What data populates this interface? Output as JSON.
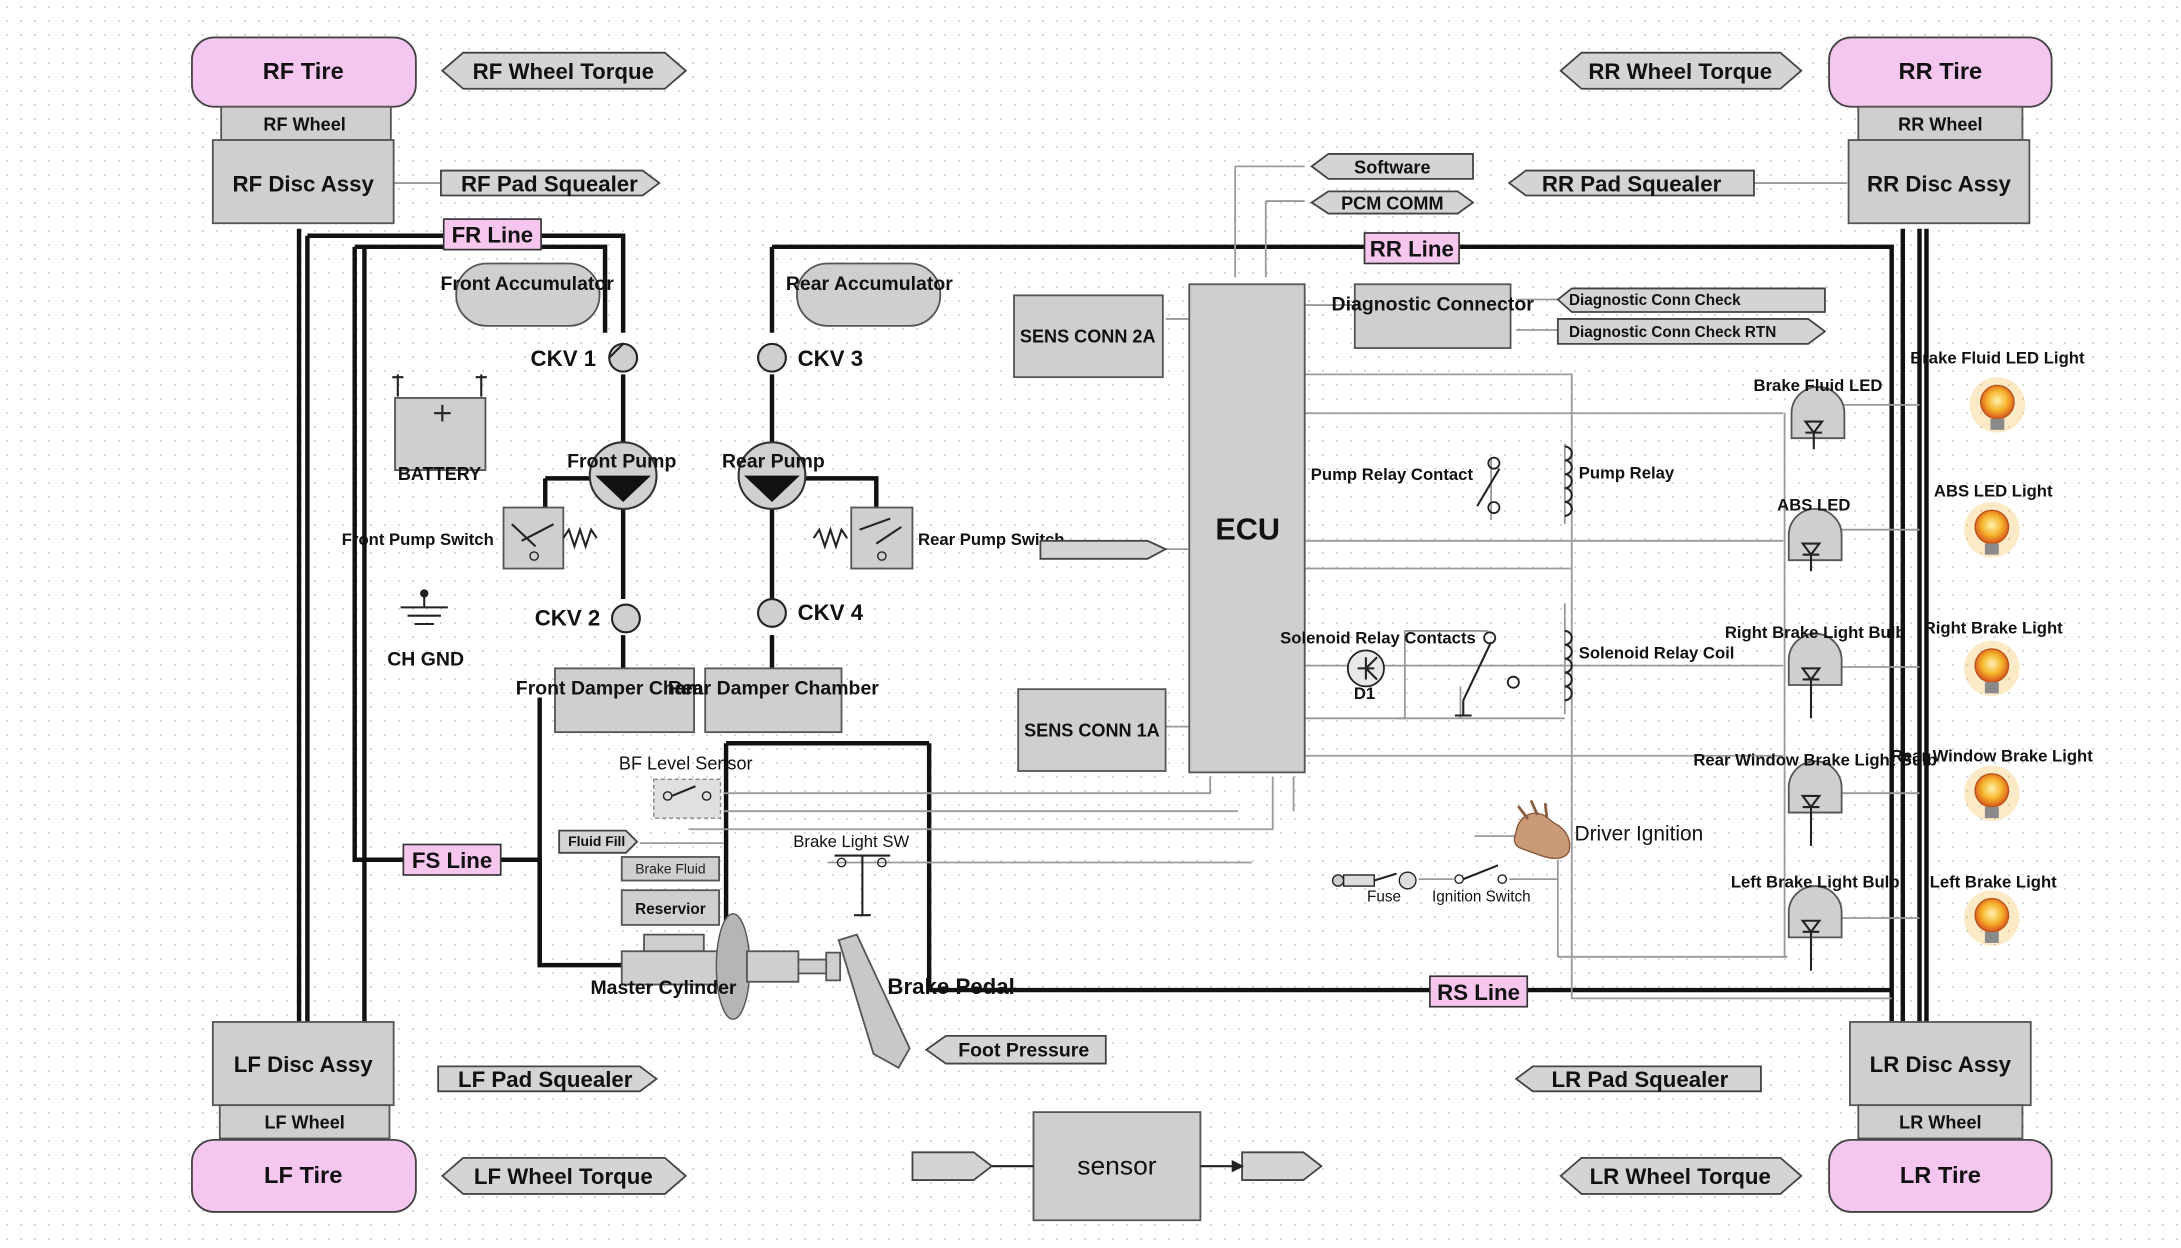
{
  "tires": {
    "rf": "RF Tire",
    "rr": "RR Tire",
    "lf": "LF Tire",
    "lr": "LR Tire"
  },
  "wheels": {
    "rf": "RF Wheel",
    "rr": "RR Wheel",
    "lf": "LF Wheel",
    "lr": "LR Wheel"
  },
  "discs": {
    "rf": "RF Disc Assy",
    "rr": "RR Disc Assy",
    "lf": "LF Disc Assy",
    "lr": "LR Disc Assy"
  },
  "wheel_torque": {
    "rf": "RF Wheel Torque",
    "rr": "RR Wheel Torque",
    "lf": "LF Wheel Torque",
    "lr": "LR Wheel Torque"
  },
  "pad_squealer": {
    "rf": "RF Pad Squealer",
    "rr": "RR Pad Squealer",
    "lf": "LF Pad Squealer",
    "lr": "LR Pad Squealer"
  },
  "lines": {
    "fr": "FR Line",
    "rr": "RR Line",
    "fs": "FS Line",
    "rs": "RS Line"
  },
  "accumulators": {
    "front": "Front Accumulator",
    "rear": "Rear Accumulator"
  },
  "check_valves": {
    "ckv1": "CKV 1",
    "ckv2": "CKV 2",
    "ckv3": "CKV 3",
    "ckv4": "CKV 4"
  },
  "pumps": {
    "front": "Front Pump",
    "rear": "Rear Pump"
  },
  "switches": {
    "front": "Front Pump Switch",
    "rear": "Rear Pump Switch"
  },
  "battery": "BATTERY",
  "ground": "CH GND",
  "chambers": {
    "front": "Front Damper Chamber",
    "rear": "Rear Damper Chamber"
  },
  "bf_level_sensor": "BF Level Sensor",
  "fluid_fill": "Fluid Fill",
  "brake_fluid": "Brake Fluid",
  "reservior": "Reservior",
  "master_cylinder": "Master Cylinder",
  "brake_light_sw": "Brake Light SW",
  "brake_pedal": "Brake Pedal",
  "foot_pressure": "Foot Pressure",
  "sensor": "sensor",
  "ecu": "ECU",
  "sens_conn_2a": "SENS CONN 2A",
  "sens_conn_1a": "SENS CONN 1A",
  "software": "Software",
  "pcm_comm": "PCM COMM",
  "diag_connector": "Diagnostic Connector",
  "diag_conn_check": "Diagnostic Conn Check",
  "diag_conn_check_rtn": "Diagnostic Conn Check RTN",
  "pump_relay_contact": "Pump Relay Contact",
  "pump_relay": "Pump Relay",
  "solenoid_relay_contacts": "Solenoid Relay Contacts",
  "solenoid_relay_coil": "Solenoid Relay Coil",
  "diode": "D1",
  "driver_ignition": "Driver Ignition",
  "fuse": "Fuse",
  "ignition_switch": "Ignition Switch",
  "leds": {
    "brake_fluid": "Brake Fluid LED",
    "abs": "ABS LED",
    "right_brake": "Right Brake Light Bulb",
    "rear_window": "Rear Window Brake Light Bulb",
    "left_brake": "Left Brake Light Bulb"
  },
  "lights": {
    "brake_fluid": "Brake Fluid LED Light",
    "abs": "ABS LED Light",
    "right_brake": "Right Brake Light",
    "rear_window": "Rear Window Brake Light",
    "left_brake": "Left Brake Light"
  },
  "colors": {
    "tire": "#f5c6f0",
    "tag": "#f7c6ef",
    "box": "#cfcfcf",
    "bulb": "#f4a81d"
  }
}
